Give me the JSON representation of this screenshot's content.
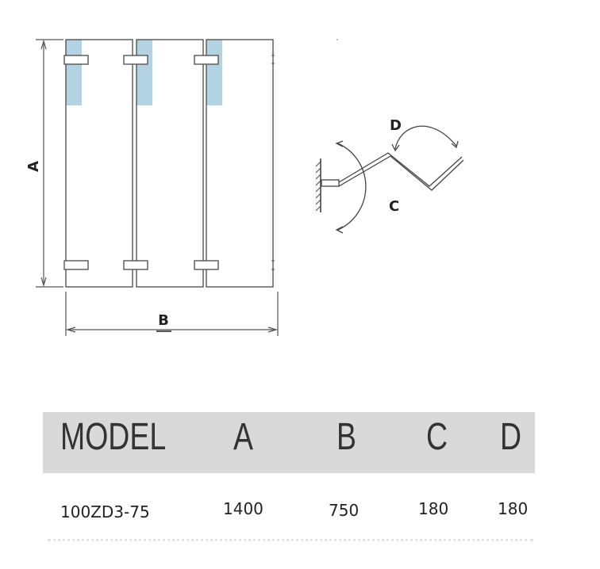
{
  "diagram": {
    "labels": {
      "height": "A",
      "width": "B",
      "angle_c": "C",
      "angle_d": "D"
    },
    "accent_color": "#b3d2e2"
  },
  "spec_table": {
    "headers": [
      "MODEL",
      "A",
      "B",
      "C",
      "D"
    ],
    "rows": [
      [
        "100ZD3-75",
        "1400",
        "750",
        "180",
        "180"
      ]
    ]
  }
}
